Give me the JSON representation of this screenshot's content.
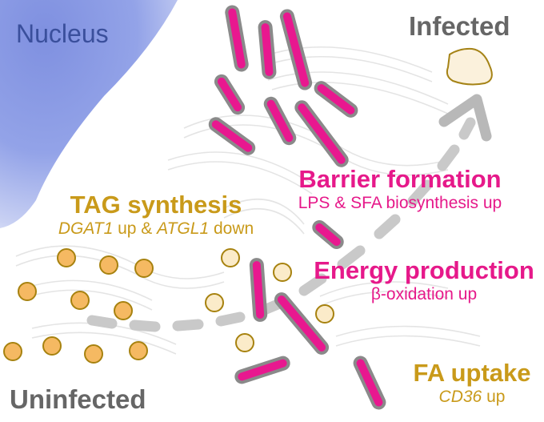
{
  "labels": {
    "nucleus": "Nucleus",
    "infected": "Infected",
    "uninfected": "Uninfected",
    "barrier_title": "Barrier formation",
    "barrier_sub": "LPS & SFA biosynthesis up",
    "tag_title": "TAG synthesis",
    "tag_sub_gene1": "DGAT1",
    "tag_sub_up": " up & ",
    "tag_sub_gene2": "ATGL1",
    "tag_sub_down": " down",
    "energy_title": "Energy production",
    "energy_sub": "β-oxidation up",
    "fa_title": "FA uptake",
    "fa_sub_gene": "CD36",
    "fa_sub_up": " up"
  },
  "colors": {
    "nucleus_text": "#3a4f9c",
    "state_text": "#666666",
    "magenta": "#e6198a",
    "bacterium_fill": "#e8188f",
    "bacterium_outline": "#8a8a8a",
    "gold": "#c99a1a",
    "lipid_fill": "#f5b962",
    "lipid_pale": "#fbebc9",
    "arrow": "#c9c9c9",
    "membrane": "#e4e4e4"
  }
}
